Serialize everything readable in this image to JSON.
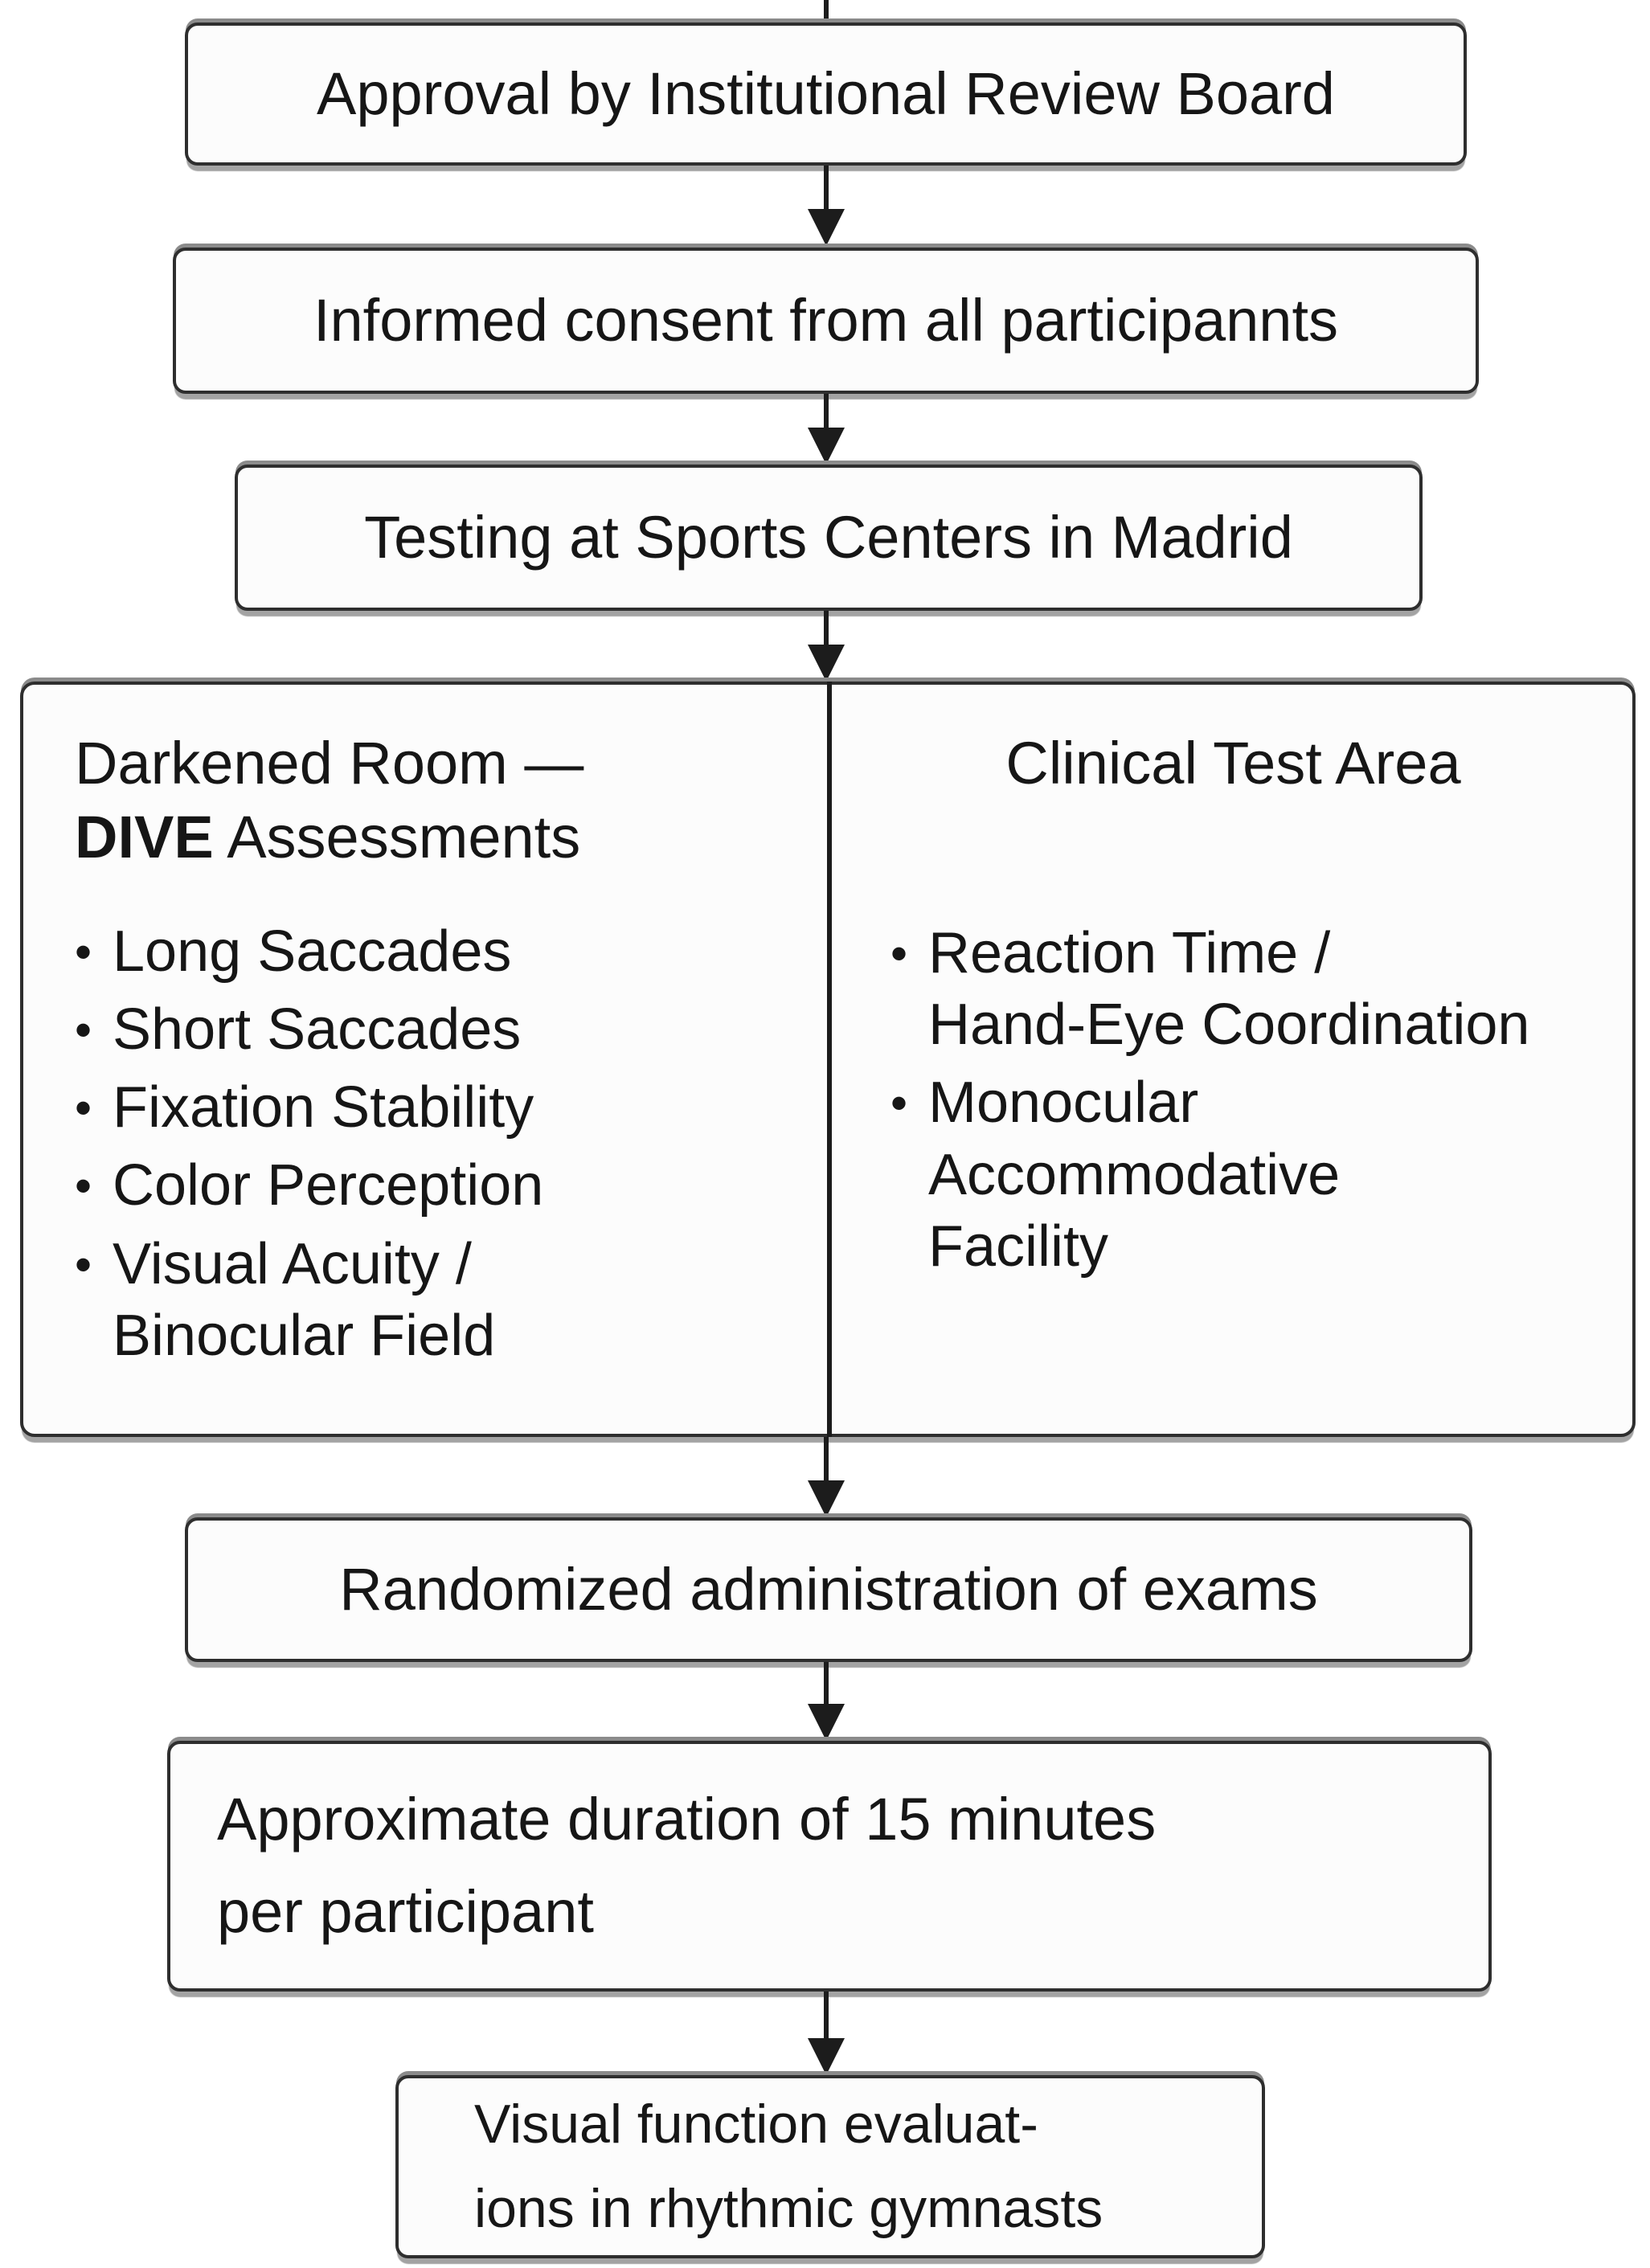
{
  "flowchart": {
    "box1": {
      "label": "Approval by Institutional Review Board"
    },
    "box2": {
      "label": "Informed consent from all participannts"
    },
    "box3": {
      "label": "Testing at Sports Centers in Madrid"
    },
    "split_box": {
      "left": {
        "title_line1": "Darkened Room —",
        "title_bold": "DIVE",
        "title_rest": " Assessments",
        "bullet_icon": "•",
        "bullets": [
          "Long Saccades",
          "Short Saccades",
          "Fixation Stability",
          "Color Perception",
          "Visual Acuity /\nBinocular Field"
        ]
      },
      "right": {
        "title": "Clinical Test Area",
        "bullet_icon": "•",
        "bullets": [
          "Reaction Time /\nHand-Eye Coordination",
          "Monocular\nAccommodative\nFacility"
        ]
      }
    },
    "box5": {
      "label": "Randomized administration of exams"
    },
    "box6": {
      "line1": "Approximate duration of 15 minutes",
      "line2": "per participant"
    },
    "box7": {
      "line1": "Visual function evaluat-",
      "line2": "ions in rhythmic gymnasts"
    }
  },
  "colors": {
    "ink": "#1c1c1c",
    "box_fill": "#fcfcfc",
    "border": "#2e2e2e"
  }
}
